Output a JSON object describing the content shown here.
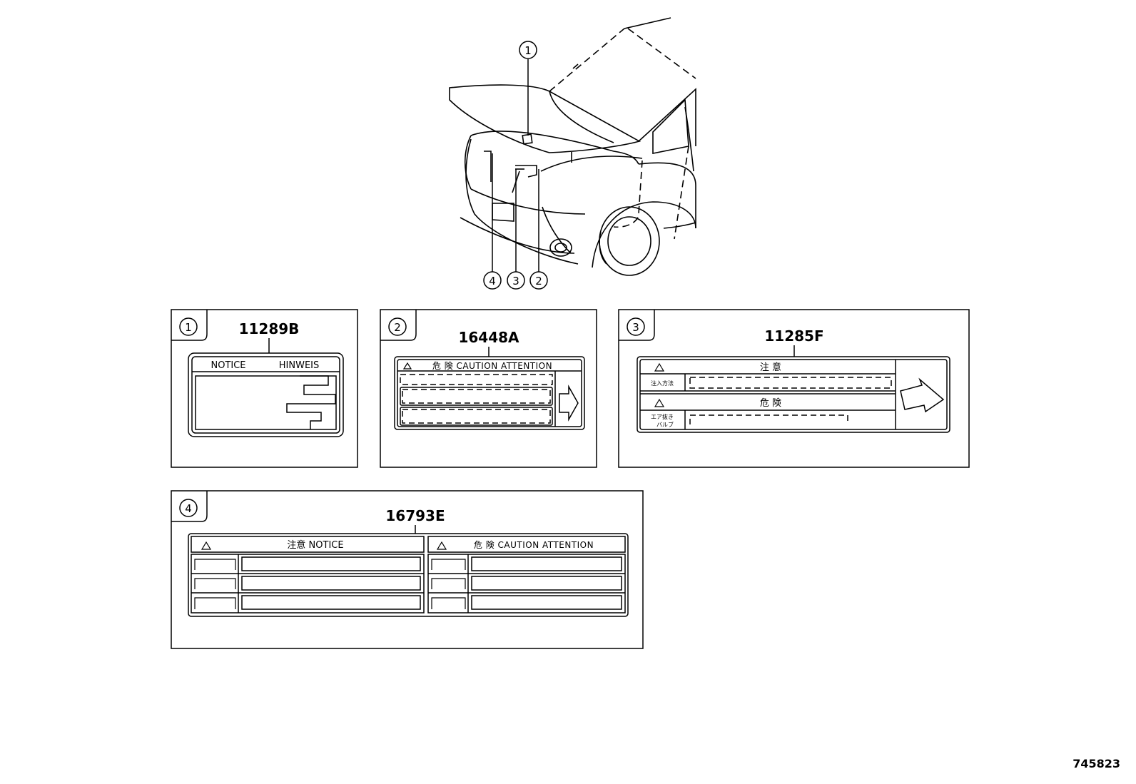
{
  "callouts": [
    "1",
    "2",
    "3",
    "4"
  ],
  "panels": [
    {
      "index": "1",
      "part_number": "11289B",
      "headers": [
        "NOTICE",
        "HINWEIS"
      ]
    },
    {
      "index": "2",
      "part_number": "16448A",
      "header": "危 険  CAUTION  ATTENTION"
    },
    {
      "index": "3",
      "part_number": "11285F",
      "row1_header": "注   意",
      "row1_label": "注入方法",
      "row2_header": "危   険",
      "row2_label_line1": "エア抜き",
      "row2_label_line2": "バルブ"
    },
    {
      "index": "4",
      "part_number": "16793E",
      "left_header": "注意      NOTICE",
      "right_header": "危 険  CAUTION  ATTENTION"
    }
  ],
  "figure_number": "745823"
}
